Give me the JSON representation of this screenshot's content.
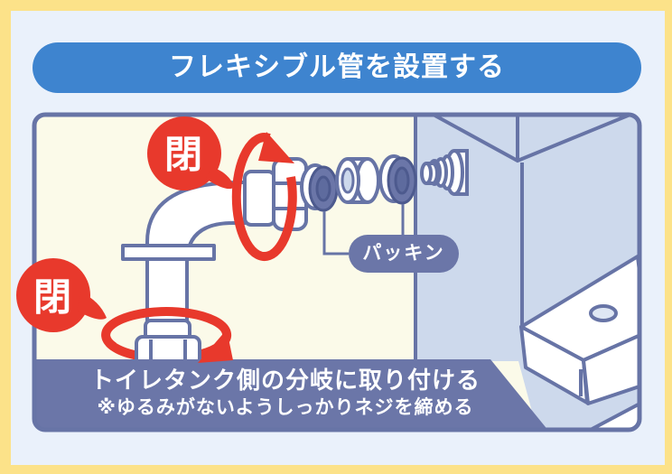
{
  "title": {
    "label": "フレキシブル管を設置する"
  },
  "annotations": {
    "close_top": "閉",
    "close_bottom": "閉",
    "packing": "パッキン"
  },
  "caption": {
    "line1": "トイレタンク側の分岐に取り付ける",
    "line2": "※ゆるみがないようしっかりネジを締める"
  },
  "colors": {
    "border_yellow": "#fce289",
    "page_blue": "#eaf1fb",
    "title_blue": "#3e84cf",
    "panel_cream": "#fbfae9",
    "outline_slate": "#6774a6",
    "band_slate": "#6b76a8",
    "tank_blue": "#cdd9ec",
    "accent_red": "#e8392c",
    "ring_dark": "#5e6b9e"
  }
}
